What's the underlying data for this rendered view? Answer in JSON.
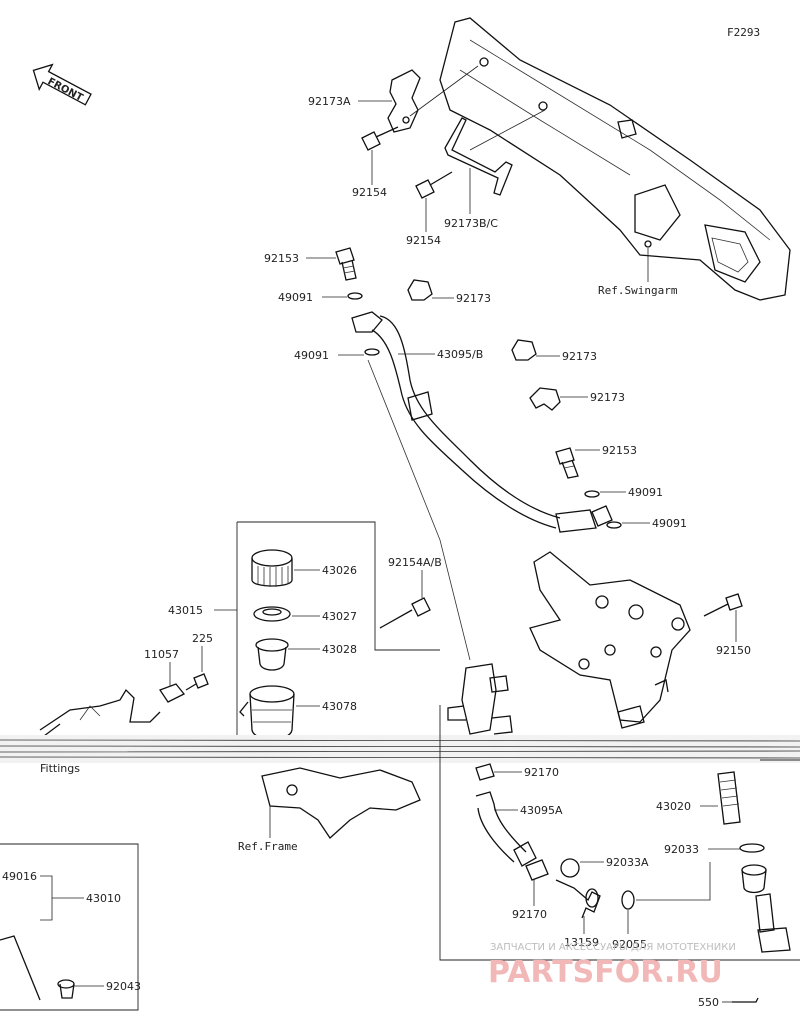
{
  "diagram_code": "F2293",
  "front_label": "FRONT",
  "refs": {
    "swingarm": "Ref.Swingarm",
    "frame": "Ref.Frame",
    "fittings": "Fittings"
  },
  "labels": {
    "p92173A": "92173A",
    "p92154_a": "92154",
    "p92154_b": "92154",
    "p92173BC": "92173B/C",
    "p92153_a": "92153",
    "p49091_a": "49091",
    "p92173_a": "92173",
    "p49091_b": "49091",
    "p43095B": "43095/B",
    "p92173_b": "92173",
    "p92173_c": "92173",
    "p92153_b": "92153",
    "p49091_c": "49091",
    "p49091_d": "49091",
    "p43026": "43026",
    "p92154AB": "92154A/B",
    "p43015": "43015",
    "p43027": "43027",
    "p225": "225",
    "p43028": "43028",
    "p11057": "11057",
    "p43078": "43078",
    "p92150": "92150",
    "p92170_a": "92170",
    "p43020": "43020",
    "p43095A": "43095A",
    "p92033": "92033",
    "p92033A": "92033A",
    "p49016": "49016",
    "p43010": "43010",
    "p92170_b": "92170",
    "p13159": "13159",
    "p92055": "92055",
    "p92043": "92043",
    "p550": "550"
  },
  "watermark": {
    "caption": "ЗАПЧАСТИ И АКСЕССУАРЫ ДЛЯ МОТОТЕХНИКИ",
    "brand": "PARTSFOR.RU"
  },
  "colors": {
    "line": "#111111",
    "watermark_brand": "#f2b8b8",
    "watermark_caption": "#bdbdbd"
  }
}
